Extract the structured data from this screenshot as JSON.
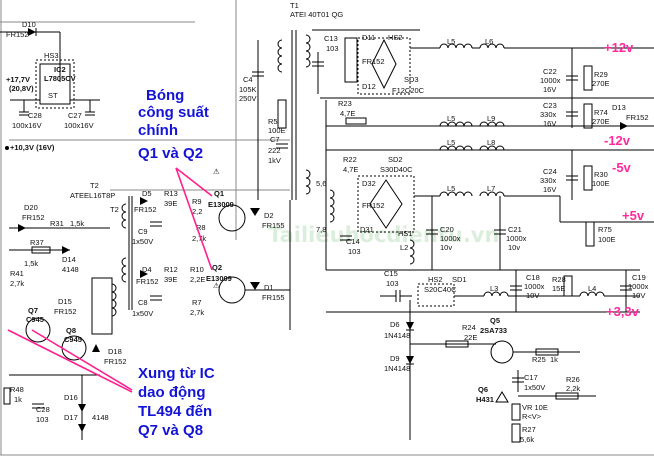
{
  "title": "",
  "watermark": "Tailieuhocdientu.vn",
  "annotations": {
    "main_transistors": [
      "Bóng",
      "công suất",
      "chính",
      "Q1 và Q2"
    ],
    "pulse_source": [
      "Xung từ IC",
      "dao động",
      "TL494 đến",
      "Q7 và Q8"
    ]
  },
  "rails": {
    "p12": "+12v",
    "m12": "-12v",
    "m5": "-5v",
    "p5": "+5v",
    "p33": "+3,3v"
  },
  "labels": {
    "d10": "D10",
    "d10v": "FR152",
    "hs3": "HS3",
    "ic2": "IC2",
    "ic2v": "L7805CV",
    "v177": "+17,7V",
    "v208": "(20,8V)",
    "st": "ST",
    "c28a": "C28",
    "c28av": "100x16V",
    "c27": "C27",
    "c27v": "100x16V",
    "v103": "+10,3V (16V)",
    "t1": "T1",
    "t1v": "ATEI 40T01 QG",
    "t2": "T2",
    "t2v": "ATEEL16T8P",
    "c13": "C13",
    "c13v": "103",
    "d11": "D11",
    "hs2a": "HS2",
    "fr152a": "FR152",
    "d12": "D12",
    "sd3": "SD3",
    "sd3v": "F12C20C",
    "c4": "C4",
    "c4v1": "105K",
    "c4v2": "250V",
    "r5": "R5",
    "r5v": "100E",
    "c7": "C7",
    "c7v1": "222",
    "c7v2": "1kV",
    "l5a": "L5",
    "l6": "L6",
    "c22": "C22",
    "c22v1": "1000x",
    "c22v2": "16V",
    "r29": "R29",
    "r29v": "270E",
    "c23": "C23",
    "c23v1": "330x",
    "c23v2": "16V",
    "r74": "R74",
    "r74v": "270E",
    "d13": "D13",
    "d13v": "FR152",
    "r23": "R23",
    "r23v": "4,7E",
    "l5b": "L5",
    "l9": "L9",
    "l5c": "L5",
    "l8": "L8",
    "c24": "C24",
    "c24v1": "330x",
    "c24v2": "16V",
    "r30": "R30",
    "r30v": "100E",
    "r22": "R22",
    "r22v": "4,7E",
    "sd2": "SD2",
    "sd2v": "S30D40C",
    "d32": "D32",
    "d31": "D31",
    "fr152b": "FR152",
    "n56": "5,6",
    "n78": "7,8",
    "c14": "C14",
    "c14v": "103",
    "l5d": "L5",
    "l7": "L7",
    "c20": "C20",
    "c20v1": "1000x",
    "c20v2": "10v",
    "c21": "C21",
    "c21v1": "1000x",
    "c21v2": "10v",
    "r75": "R75",
    "r75v": "100E",
    "hs1": "HS1",
    "l2": "L2",
    "c15": "C15",
    "c15v": "103",
    "hs2b": "HS2",
    "sd1": "SD1",
    "sd1v": "S20C40C",
    "l3": "L3",
    "c18": "C18",
    "c18v1": "1000x",
    "c18v2": "10V",
    "r28": "R28",
    "r28v": "15E",
    "l4": "L4",
    "c19": "C19",
    "c19v1": "1000x",
    "c19v2": "10V",
    "d6": "D6",
    "d6v": "1N4148",
    "d9": "D9",
    "d9v": "1N4148",
    "r24": "R24",
    "r24v": "22E",
    "q5": "Q5",
    "q5v": "2SA733",
    "r25": "R25",
    "r25v": "1k",
    "c17": "C17",
    "c17v": "1x50V",
    "r26": "R26",
    "r26v": "2,2k",
    "q6": "Q6",
    "q6v": "H431",
    "vr": "VR 10E",
    "vrv": "R<V>",
    "r27": "R27",
    "r27v": "5,6k",
    "q1": "Q1",
    "q1v": "E13009",
    "q2": "Q2",
    "q2v": "E13009",
    "d2": "D2",
    "d2v": "FR155",
    "d1": "D1",
    "d1v": "FR155",
    "d5": "D5",
    "d5v": "FR152",
    "r13": "R13",
    "r13v": "39E",
    "r9": "R9",
    "r9v": "2,2",
    "r8": "R8",
    "r8v": "2,7k",
    "c9": "C9",
    "c9v": "1x50V",
    "d4": "D4",
    "d4v": "FR152",
    "r12": "R12",
    "r12v": "39E",
    "r10": "R10",
    "r10v": "2,2E",
    "r7": "R7",
    "r7v": "2,7k",
    "c8": "C8",
    "c8v": "1x50V",
    "t2b": "T2",
    "d20": "D20",
    "d20v": "FR152",
    "r31": "R31",
    "r31v": "1,5k",
    "r37": "R37",
    "r37v": "1,5k",
    "d14": "D14",
    "d14v": "4148",
    "r41": "R41",
    "r41v": "2,7k",
    "d15": "D15",
    "d15v": "FR152",
    "q7": "Q7",
    "q7v": "C945",
    "q8": "Q8",
    "q8v": "C945",
    "d18": "D18",
    "d18v": "FR152",
    "r48": "R48",
    "r48v": "1k",
    "c28b": "C28",
    "c28bv": "103",
    "d16": "D16",
    "d17": "D17",
    "d17v": "4148"
  }
}
